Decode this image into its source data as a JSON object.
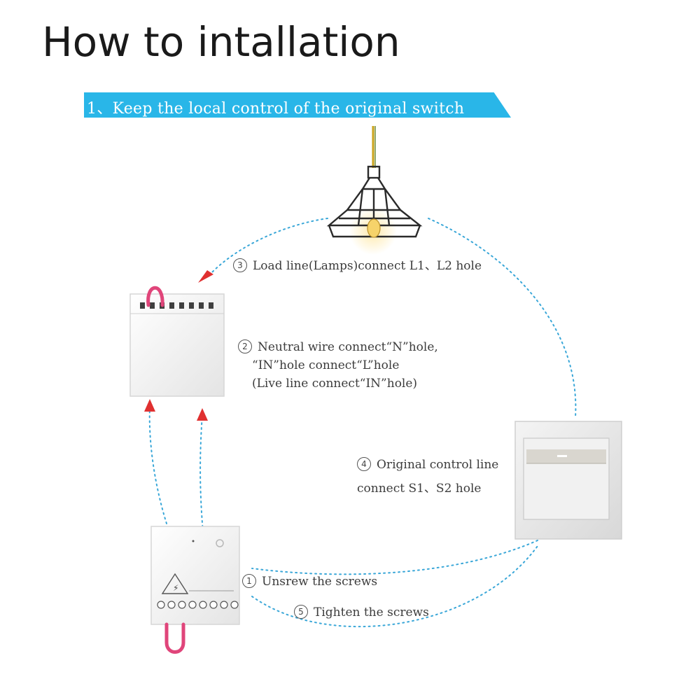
{
  "title": "How to intallation",
  "banner": "1、Keep the local control of the original switch",
  "steps": {
    "step3": {
      "num": "3",
      "text": "Load line(Lamps)connect L1、L2 hole"
    },
    "step2": {
      "num": "2",
      "line1": "Neutral wire connect“N”hole,",
      "line2": "“IN”hole connect“L”hole",
      "line3": "(Live line connect“IN”hole)"
    },
    "step4": {
      "num": "4",
      "line1": "Original control line",
      "line2": "connect S1、S2 hole"
    },
    "step1": {
      "num": "1",
      "text": "Unsrew the screws"
    },
    "step5": {
      "num": "5",
      "text": "Tighten the screws"
    }
  },
  "colors": {
    "banner": "#29b6e8",
    "dotted": "#3aa7d8",
    "arrow": "#e03030",
    "wire": "#e0457a"
  }
}
